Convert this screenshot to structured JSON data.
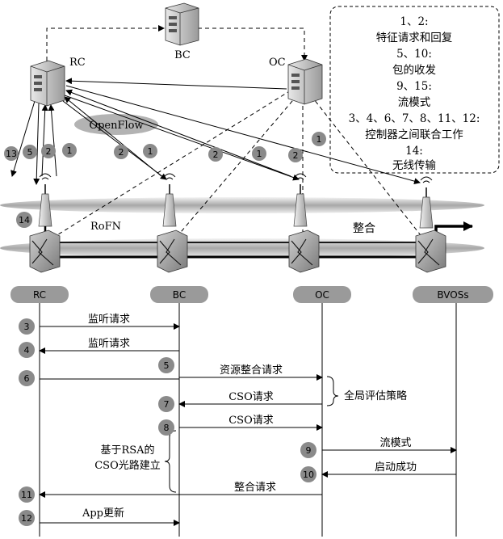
{
  "top": {
    "bc_label": "BC",
    "rc_label": "RC",
    "oc_label": "OC",
    "openflow_label": "OpenFlow",
    "rofn_label": "RoFN",
    "integration_label": "整合",
    "numbers": {
      "rc_n13": "13",
      "rc_n5": "5",
      "rc_n2": "2",
      "rc_n1": "1",
      "mid_n2": "2",
      "mid_n1": "1",
      "c_n2": "2",
      "c_n1": "1",
      "oc_n2": "2",
      "oc_n1": "1",
      "n14": "14"
    }
  },
  "legend": {
    "lines": [
      "1、2:",
      "特征请求和回复",
      "5、10:",
      "包的收发",
      "9、15:",
      "流模式",
      "3、4、6、7、8、11、12:",
      "控制器之间联合工作",
      "14:",
      "无线传输"
    ]
  },
  "sequence": {
    "participants": [
      "RC",
      "BC",
      "OC",
      "BVOSs"
    ],
    "messages": [
      {
        "num": "3",
        "label": "监听请求"
      },
      {
        "num": "4",
        "label": "监听请求"
      },
      {
        "num": "5",
        "label": "资源整合请求"
      },
      {
        "num": "6",
        "label": ""
      },
      {
        "num": "7",
        "label": "CSO请求"
      },
      {
        "num": "8",
        "label": "CSO请求"
      },
      {
        "num": "9",
        "label": "流模式"
      },
      {
        "num": "10",
        "label": "启动成功"
      },
      {
        "num": "11",
        "label": "整合请求"
      },
      {
        "num": "12",
        "label": "App更新"
      }
    ],
    "global_eval": "全局评估策略",
    "rsa_line1": "基于RSA的",
    "rsa_line2": "CSO光路建立"
  }
}
